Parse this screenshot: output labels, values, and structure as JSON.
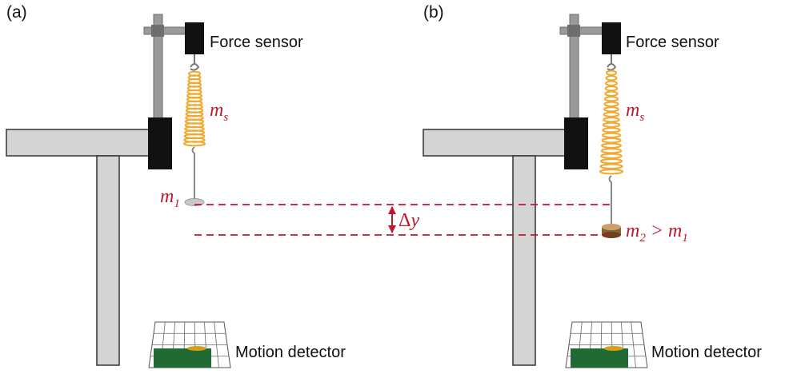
{
  "panels": [
    {
      "label": "(a)",
      "sensor_label": "Force sensor",
      "spring_label": {
        "main": "m",
        "sub": "s"
      },
      "mass_label": {
        "main": "m",
        "sub": "1"
      },
      "detector_label": "Motion detector"
    },
    {
      "label": "(b)",
      "sensor_label": "Force sensor",
      "spring_label": {
        "main": "m",
        "sub": "s"
      },
      "mass_label": {
        "main": "m",
        "sub": "2",
        "relation": " > ",
        "rel_main": "m",
        "rel_sub": "1"
      },
      "detector_label": "Motion detector"
    }
  ],
  "displacement": {
    "symbol": "Δ",
    "var": "y"
  },
  "colors": {
    "accent_red": "#c0172c",
    "spring": "#f2a82e",
    "table": "#d4d4d4",
    "rod": "#9a9a9a",
    "clamp": "#111111",
    "detector": "#1f6b33",
    "mass1": "#c8c8c8",
    "mass2": "#8a6238"
  }
}
